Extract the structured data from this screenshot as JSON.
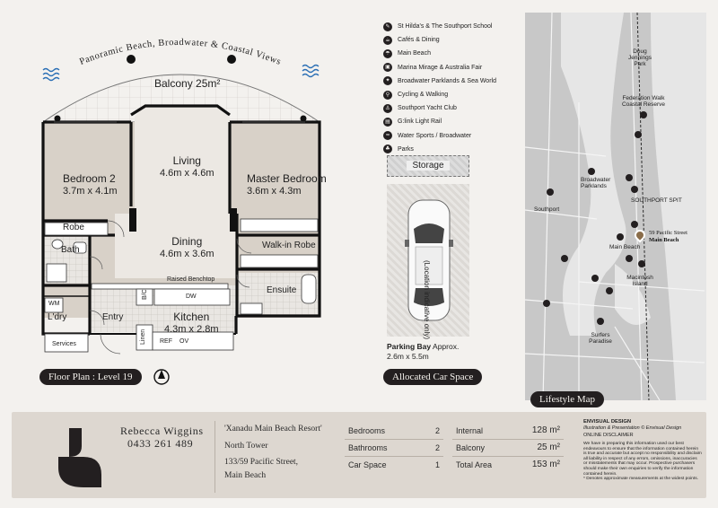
{
  "plan": {
    "arc_title": "Panoramic Beach, Broadwater & Coastal Views",
    "balcony": {
      "name": "Balcony",
      "size": "25m²"
    },
    "rooms": [
      {
        "key": "living",
        "name": "Living",
        "dim": "4.6m x 4.6m"
      },
      {
        "key": "bedroom2",
        "name": "Bedroom 2",
        "dim": "3.7m x 4.1m"
      },
      {
        "key": "master",
        "name": "Master Bedroom",
        "dim": "3.6m x 4.3m"
      },
      {
        "key": "dining",
        "name": "Dining",
        "dim": "4.6m x 3.6m"
      },
      {
        "key": "kitchen",
        "name": "Kitchen",
        "dim": "4.3m x 2.8m"
      }
    ],
    "labels": {
      "robe": "Robe",
      "bath": "Bath",
      "walkin": "Walk-in Robe",
      "ensuite": "Ensuite",
      "raised": "Raised Benchtop",
      "wm": "WM",
      "ldry": "L'dry",
      "entry": "Entry",
      "services": "Services",
      "linen": "Linen",
      "ref": "REF",
      "ov": "OV",
      "dw": "DW",
      "bc": "B/C"
    },
    "floor_pill": "Floor Plan : Level 19"
  },
  "storage": {
    "label": "Storage"
  },
  "parking": {
    "note": "(Location indicative only)",
    "bay_bold": "Parking Bay",
    "bay_approx": " Approx.",
    "bay_dim": "2.6m x 5.5m",
    "pill": "Allocated Car Space"
  },
  "legend": [
    {
      "icon": "school-icon",
      "glyph": "✎",
      "label": "St Hilda's & The Southport School"
    },
    {
      "icon": "cafe-icon",
      "glyph": "☕",
      "label": "Cafés & Dining"
    },
    {
      "icon": "beach-icon",
      "glyph": "☂",
      "label": "Main Beach"
    },
    {
      "icon": "shopping-icon",
      "glyph": "▣",
      "label": "Marina Mirage & Australia Fair"
    },
    {
      "icon": "theme-park-icon",
      "glyph": "✦",
      "label": "Broadwater Parklands & Sea World"
    },
    {
      "icon": "cycling-icon",
      "glyph": "⚲",
      "label": "Cycling & Walking"
    },
    {
      "icon": "yacht-icon",
      "glyph": "⚓",
      "label": "Southport Yacht Club"
    },
    {
      "icon": "light-rail-icon",
      "glyph": "▤",
      "label": "G:link Light Rail"
    },
    {
      "icon": "water-sports-icon",
      "glyph": "≈",
      "label": "Water Sports / Broadwater"
    },
    {
      "icon": "park-icon",
      "glyph": "♣",
      "label": "Parks"
    }
  ],
  "map": {
    "labels": [
      "Doug Jennings Park",
      "Federation Walk Coastal Reserve",
      "Broadwater Parklands",
      "Southport",
      "SOUTHPORT SPIT",
      "Main Beach",
      "Macintosh Island",
      "Surfers Paradise"
    ],
    "marker_line1": "59 Pacific Street",
    "marker_line2": "Main Beach",
    "pill": "Lifestyle Map"
  },
  "footer": {
    "agent_name": "Rebecca Wiggins",
    "agent_phone": "0433 261 489",
    "address": [
      "'Xanadu Main Beach Resort'",
      "North Tower",
      "133/59 Pacific Street,",
      "Main Beach"
    ],
    "features": [
      {
        "label": "Bedrooms",
        "value": "2"
      },
      {
        "label": "Bathrooms",
        "value": "2"
      },
      {
        "label": "Car Space",
        "value": "1"
      }
    ],
    "areas": [
      {
        "label": "Internal",
        "value": "128 m²"
      },
      {
        "label": "Balcony",
        "value": "25 m²"
      },
      {
        "label": "Total Area",
        "value": "153 m²"
      }
    ],
    "disclaimer_title": "ENVISUAL DESIGN",
    "disclaimer_sub": "Illustration & Presentation © Envisual Design",
    "disclaimer_head": "ONLINE DISCLAIMER",
    "disclaimer_body": "We have in preparing this information used our best endeavours to ensure that the information contained herein is true and accurate but accept no responsibility and disclaim all liability in respect of any errors, omissions, inaccuracies or misstatements that may occur. Prospective purchasers should make their own enquiries to verify the information contained herein.",
    "disclaimer_note": "* Denotes approximate measurements at the widest points."
  },
  "colors": {
    "dark": "#231f20",
    "wall": "#111111",
    "room": "#d8d1c8",
    "page": "#f3f1ee"
  }
}
